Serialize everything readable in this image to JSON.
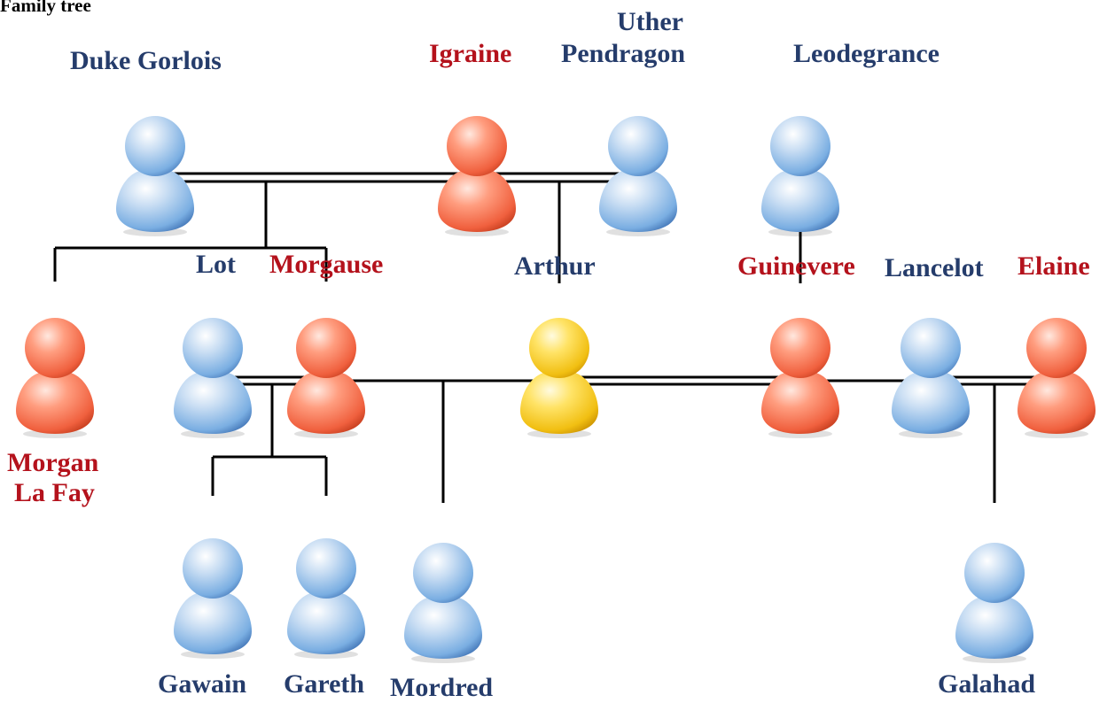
{
  "title": "Family tree",
  "colors": {
    "male_label": "#253c6b",
    "female_label": "#b4121c",
    "male_icon": "#6fa4dc",
    "female_icon": "#f06a48",
    "highlight_icon": "#f3c51c",
    "line": "#000000"
  },
  "people": {
    "duke_gorlois": {
      "name": "Duke Gorlois",
      "gender": "male"
    },
    "igraine": {
      "name": "Igraine",
      "gender": "female"
    },
    "uther_pendragon": {
      "name_line1": "Uther",
      "name_line2": "Pendragon",
      "gender": "male"
    },
    "leodegrance": {
      "name": "Leodegrance",
      "gender": "male"
    },
    "morgan_la_fay": {
      "name_line1": "Morgan",
      "name_line2": "La Fay",
      "gender": "female"
    },
    "lot": {
      "name": "Lot",
      "gender": "male"
    },
    "morgause": {
      "name": "Morgause",
      "gender": "female"
    },
    "arthur": {
      "name": "Arthur",
      "gender": "highlight"
    },
    "guinevere": {
      "name": "Guinevere",
      "gender": "female"
    },
    "lancelot": {
      "name": "Lancelot",
      "gender": "male"
    },
    "elaine": {
      "name": "Elaine",
      "gender": "female"
    },
    "gawain": {
      "name": "Gawain",
      "gender": "male"
    },
    "gareth": {
      "name": "Gareth",
      "gender": "male"
    },
    "mordred": {
      "name": "Mordred",
      "gender": "male"
    },
    "galahad": {
      "name": "Galahad",
      "gender": "male"
    }
  }
}
